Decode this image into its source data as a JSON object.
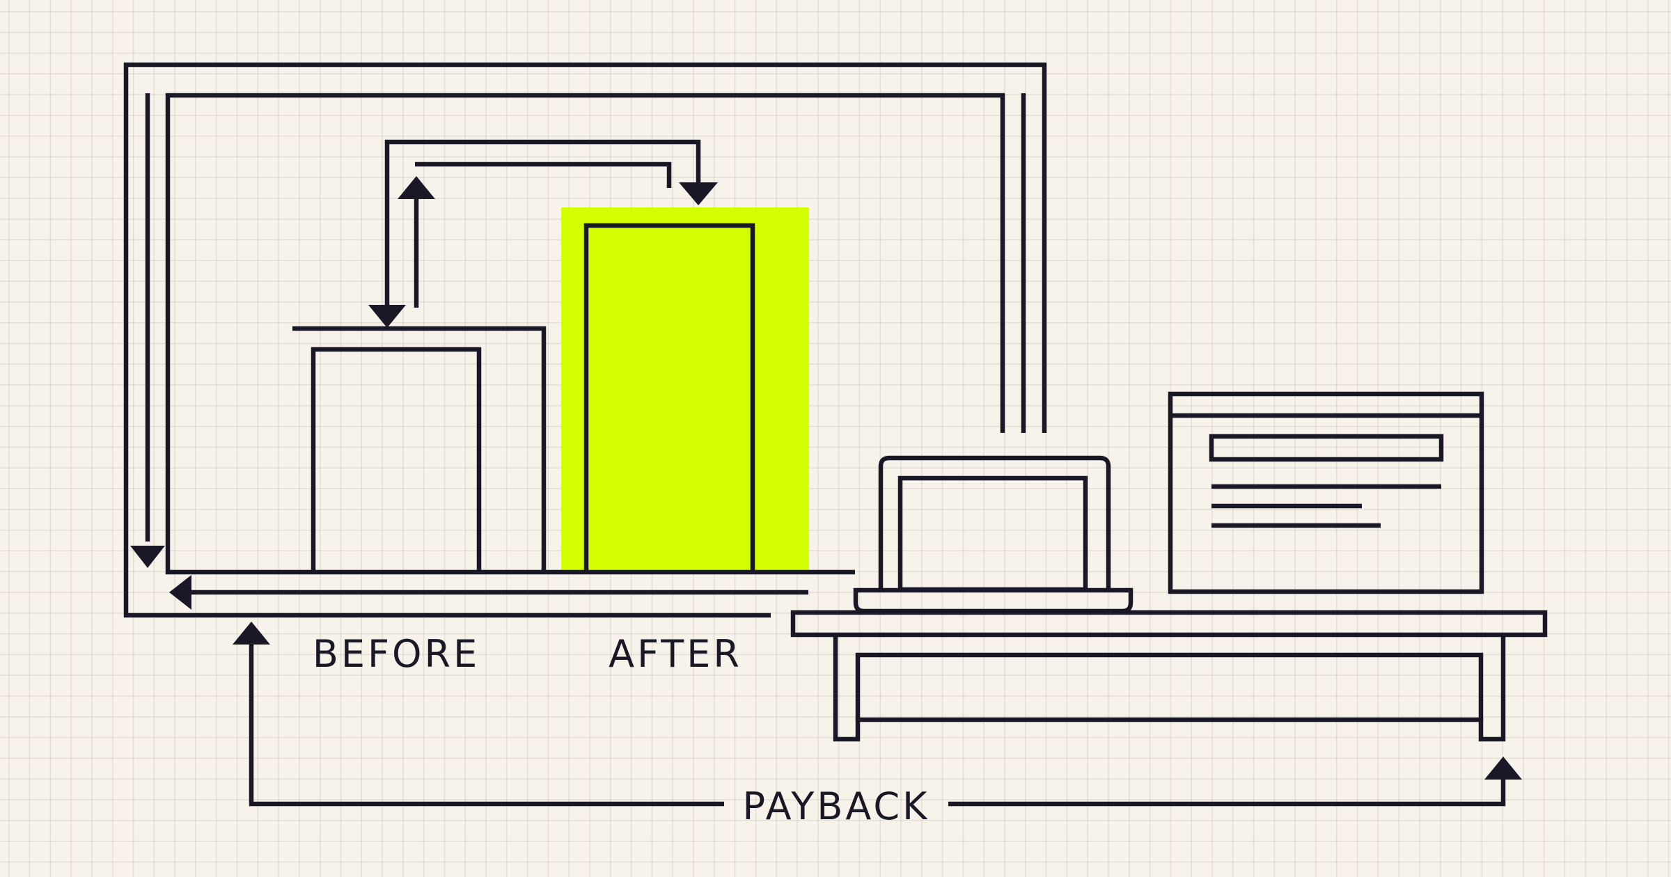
{
  "labels": {
    "before": "BEFORE",
    "after": "AFTER",
    "payback": "PAYBACK"
  },
  "colors": {
    "background": "#f8f3ea",
    "grid": "#dedad2",
    "stroke": "#1a1826",
    "accent": "#d4ff00"
  },
  "icons": {
    "device": "laptop-icon",
    "screen": "browser-window-icon",
    "surface": "desk-icon"
  }
}
